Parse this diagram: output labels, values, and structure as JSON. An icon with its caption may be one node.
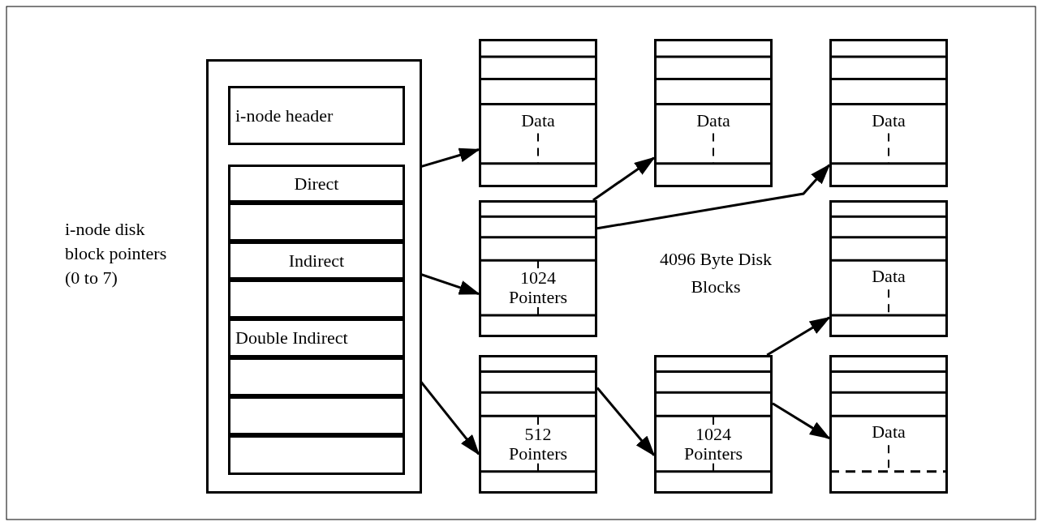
{
  "diagram": {
    "nodes": [
      {
        "text": [],
        "shape": "box"
      },
      {
        "text": [
          "i-node header"
        ],
        "in": 0
      },
      {
        "text": [
          "Direct"
        ],
        "in": 0
      },
      {
        "text": [],
        "shape": "box",
        "in": 0
      },
      {
        "text": [
          "Indirect"
        ],
        "in": 0
      },
      {
        "text": [],
        "shape": "box",
        "in": 0
      },
      {
        "text": [
          "Double Indirect"
        ],
        "in": 0
      },
      {
        "text": [],
        "shape": "box",
        "in": 0
      },
      {
        "text": [],
        "shape": "box",
        "in": 0
      },
      {
        "text": [],
        "shape": "box",
        "in": 0
      },
      {
        "text": [
          "Data"
        ]
      },
      {
        "text": [
          "Data"
        ]
      },
      {
        "text": [
          "Data"
        ]
      },
      {
        "text": [
          "1024 Pointers"
        ]
      },
      {
        "text": [
          "Data"
        ]
      },
      {
        "text": [
          "512 Pointers"
        ]
      },
      {
        "text": [
          "1024 Pointers"
        ]
      },
      {
        "text": [
          "Data"
        ]
      }
    ],
    "edges": [
      {
        "from": 2,
        "to": 10,
        "arrow": "to"
      },
      {
        "from": 4,
        "to": 13,
        "arrow": "to"
      },
      {
        "from": 13,
        "to": 11,
        "arrow": "to"
      },
      {
        "from": 13,
        "to": 12,
        "arrow": "to"
      },
      {
        "from": 6,
        "to": 15,
        "arrow": "to"
      },
      {
        "from": 15,
        "to": 16,
        "arrow": "to"
      },
      {
        "from": 16,
        "to": 14,
        "arrow": "to"
      },
      {
        "from": 16,
        "to": 17,
        "arrow": "to"
      }
    ],
    "labels": [
      "i-node disk block pointers (0 to 7)",
      "4096 Byte Disk Blocks"
    ]
  }
}
